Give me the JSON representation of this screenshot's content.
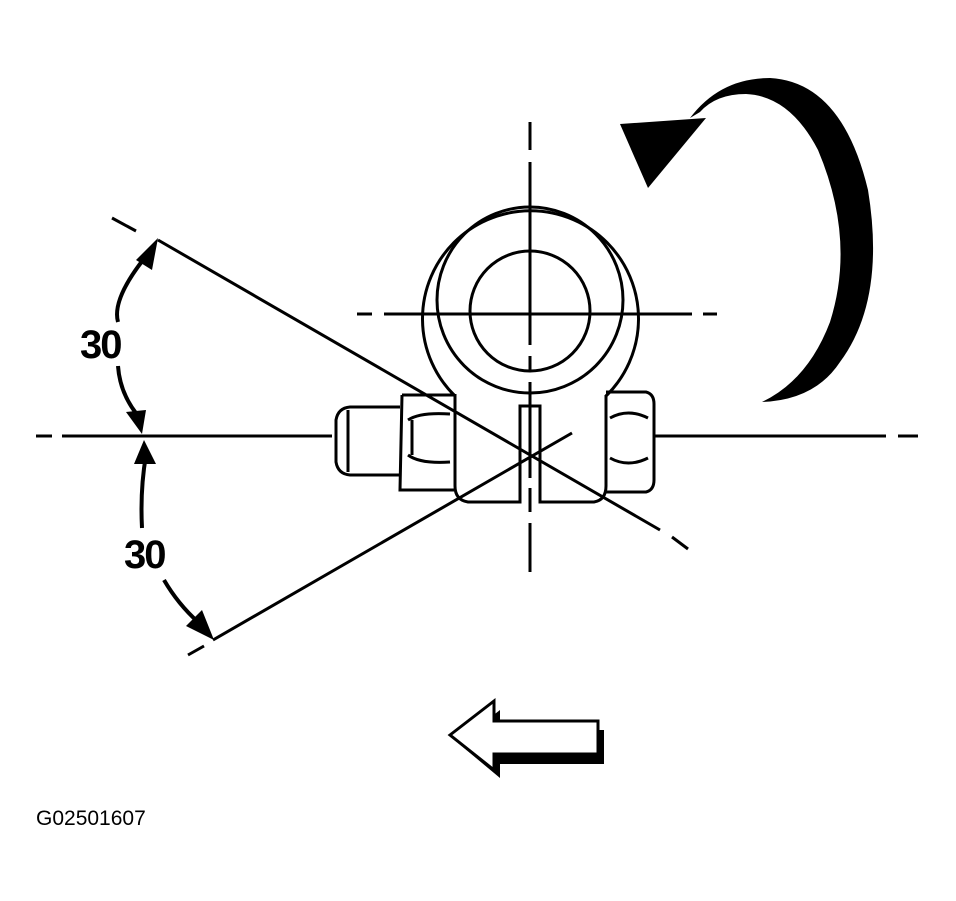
{
  "diagram": {
    "upper_angle_label": "30",
    "lower_angle_label": "30",
    "figure_id": "G02501607",
    "colors": {
      "line": "#000000",
      "background": "#ffffff"
    },
    "icons": {
      "rotation_arrow": "curved-arrow-counterclockwise-icon",
      "direction_arrow": "left-arrow-icon"
    }
  }
}
